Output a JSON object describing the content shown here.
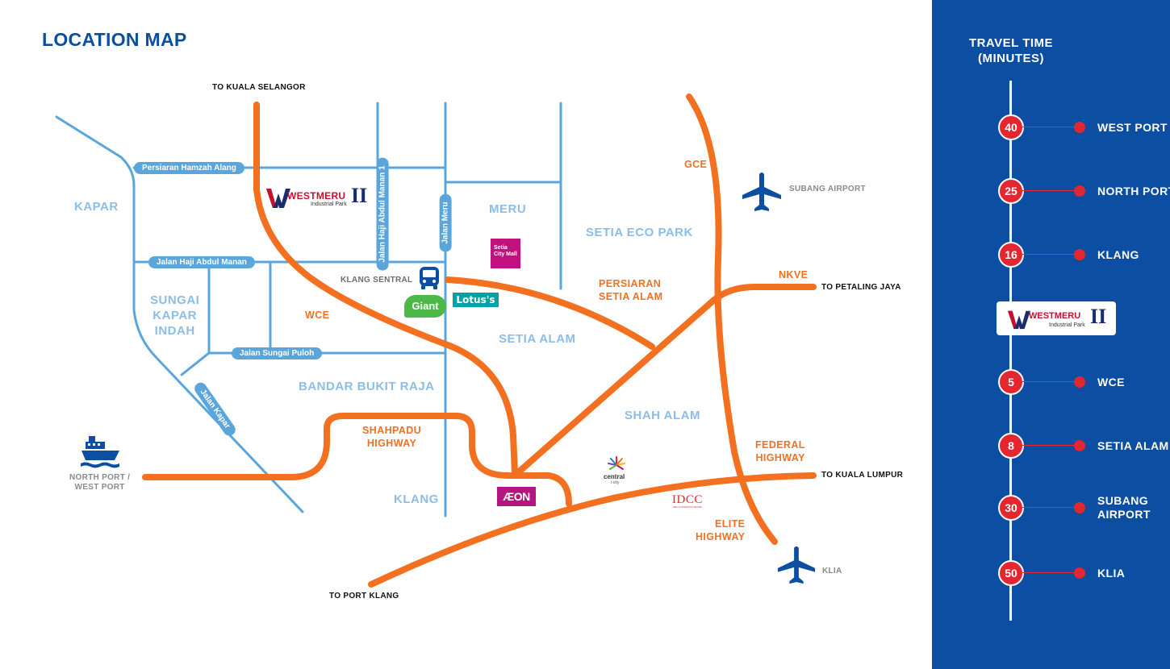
{
  "title": "LOCATION MAP",
  "colors": {
    "primary_blue": "#0b4ea2",
    "road_blue": "#5aa6dc",
    "highway_orange": "#f37021",
    "area_label": "#8cbde8",
    "travel_red": "#e3262f"
  },
  "areas": {
    "kapar": "KAPAR",
    "meru": "MERU",
    "setia_eco_park": "SETIA ECO PARK",
    "sungai_kapar_indah": "SUNGAI\nKAPAR\nINDAH",
    "setia_alam": "SETIA ALAM",
    "bandar_bukit_raja": "BANDAR BUKIT RAJA",
    "shah_alam": "SHAH ALAM",
    "klang": "KLANG"
  },
  "highways": {
    "gce": "GCE",
    "nkve": "NKVE",
    "wce": "WCE",
    "persiaran_setia_alam": "PERSIARAN\nSETIA ALAM",
    "shahpadu_highway": "SHAHPADU\nHIGHWAY",
    "federal_highway": "FEDERAL\nHIGHWAY",
    "elite_highway": "ELITE\nHIGHWAY"
  },
  "directions": {
    "to_kuala_selangor": "TO KUALA SELANGOR",
    "to_petaling_jaya": "TO PETALING JAYA",
    "to_kuala_lumpur": "TO KUALA LUMPUR",
    "to_port_klang": "TO PORT KLANG"
  },
  "places": {
    "subang_airport": "SUBANG AIRPORT",
    "klang_sentral": "KLANG SENTRAL",
    "north_port": "NORTH PORT /\nWEST PORT",
    "klia": "KLIA"
  },
  "streets": {
    "persiaran_hamzah_alang": "Persiaran Hamzah Alang",
    "jalan_haji_abdul_manan": "Jalan Haji Abdul Manan",
    "jalan_haji_abdul_manan_1": "Jalan Haji Abdul Manan 1",
    "jalan_meru": "Jalan Meru",
    "jalan_sungai_puloh": "Jalan Sungai Puloh",
    "jalan_kapar": "Jalan Kapar"
  },
  "brands": {
    "westmeru": "WESTMERU",
    "industrial_park": "Industrial Park",
    "phase": "II",
    "setia_city_mall": "Setia\nCity Mall",
    "giant": "Giant",
    "lotus": "Lotus's",
    "aeon": "ÆON",
    "central": "central",
    "central_sub": "i-city",
    "idcc": "IDCC",
    "idcc_sub": "IDEAL CONVENTION CENTRE"
  },
  "travel": {
    "heading": "TRAVEL TIME\n(MINUTES)",
    "items": [
      {
        "minutes": "40",
        "label": "WEST PORT"
      },
      {
        "minutes": "25",
        "label": "NORTH PORT"
      },
      {
        "minutes": "16",
        "label": "KLANG"
      },
      {
        "minutes": "5",
        "label": "WCE"
      },
      {
        "minutes": "8",
        "label": "SETIA ALAM"
      },
      {
        "minutes": "30",
        "label": "SUBANG\nAIRPORT"
      },
      {
        "minutes": "50",
        "label": "KLIA"
      }
    ]
  }
}
